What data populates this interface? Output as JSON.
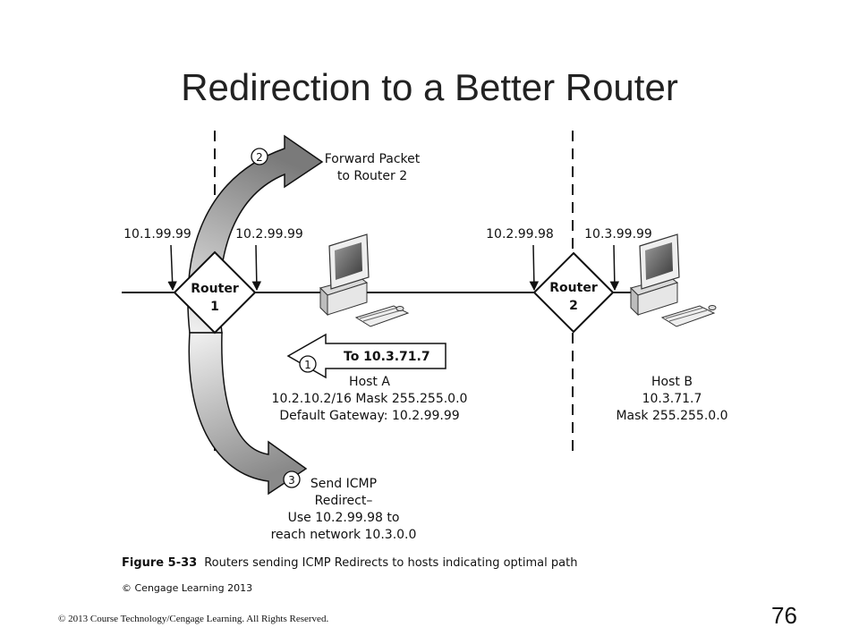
{
  "slide": {
    "title": "Redirection to a Better Router",
    "page_number": "76",
    "copyright": "© 2013 Course Technology/Cengage Learning. All Rights Reserved."
  },
  "figure": {
    "caption_label": "Figure 5-33",
    "caption_text": "Routers sending ICMP Redirects to hosts indicating optimal path",
    "credit": "© Cengage Learning 2013"
  },
  "router1": {
    "line1": "Router",
    "line2": "1",
    "ip_left": "10.1.99.99",
    "ip_right": "10.2.99.99"
  },
  "router2": {
    "line1": "Router",
    "line2": "2",
    "ip_left": "10.2.99.98",
    "ip_right": "10.3.99.99"
  },
  "host_a": {
    "name": "Host A",
    "address": "10.2.10.2/16 Mask 255.255.0.0",
    "gateway": "Default Gateway: 10.2.99.99"
  },
  "host_b": {
    "name": "Host B",
    "address": "10.3.71.7",
    "mask": "Mask 255.255.0.0"
  },
  "steps": {
    "step1": {
      "num": "1",
      "label": "To 10.3.71.7"
    },
    "step2": {
      "num": "2",
      "line1": "Forward Packet",
      "line2": "to Router 2"
    },
    "step3": {
      "num": "3",
      "line1": "Send ICMP",
      "line2": "Redirect–",
      "line3": "Use 10.2.99.98 to",
      "line4": "reach network 10.3.0.0"
    }
  }
}
